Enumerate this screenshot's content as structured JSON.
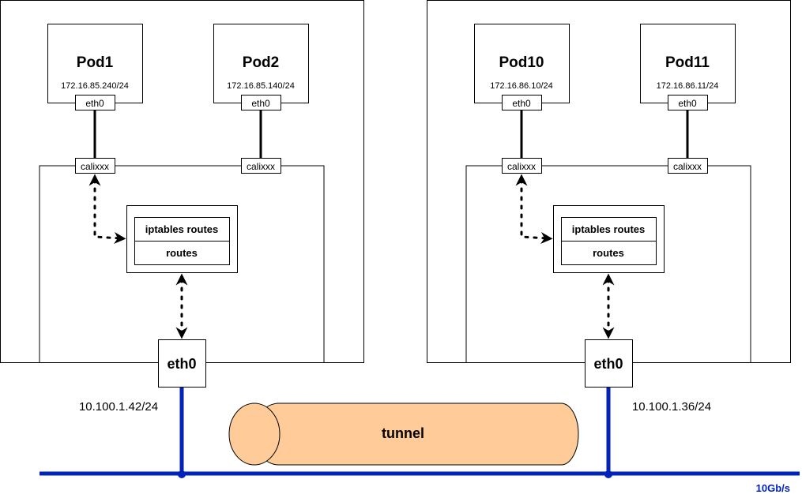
{
  "nodes": [
    {
      "pods": [
        {
          "name": "Pod1",
          "ip": "172.16.85.240/24",
          "iface": "eth0",
          "veth": "calixxx"
        },
        {
          "name": "Pod2",
          "ip": "172.16.85.140/24",
          "iface": "eth0",
          "veth": "calixxx"
        }
      ],
      "routing": {
        "iptables": "iptables routes",
        "routes": "routes"
      },
      "host_iface": "eth0",
      "host_ip": "10.100.1.42/24"
    },
    {
      "pods": [
        {
          "name": "Pod10",
          "ip": "172.16.86.10/24",
          "iface": "eth0",
          "veth": "calixxx"
        },
        {
          "name": "Pod11",
          "ip": "172.16.86.11/24",
          "iface": "eth0",
          "veth": "calixxx"
        }
      ],
      "routing": {
        "iptables": "iptables routes",
        "routes": "routes"
      },
      "host_iface": "eth0",
      "host_ip": "10.100.1.36/24"
    }
  ],
  "tunnel": {
    "label": "tunnel",
    "color": "#ffcc99"
  },
  "network": {
    "speed": "10Gb/s",
    "color": "#0022bb"
  }
}
